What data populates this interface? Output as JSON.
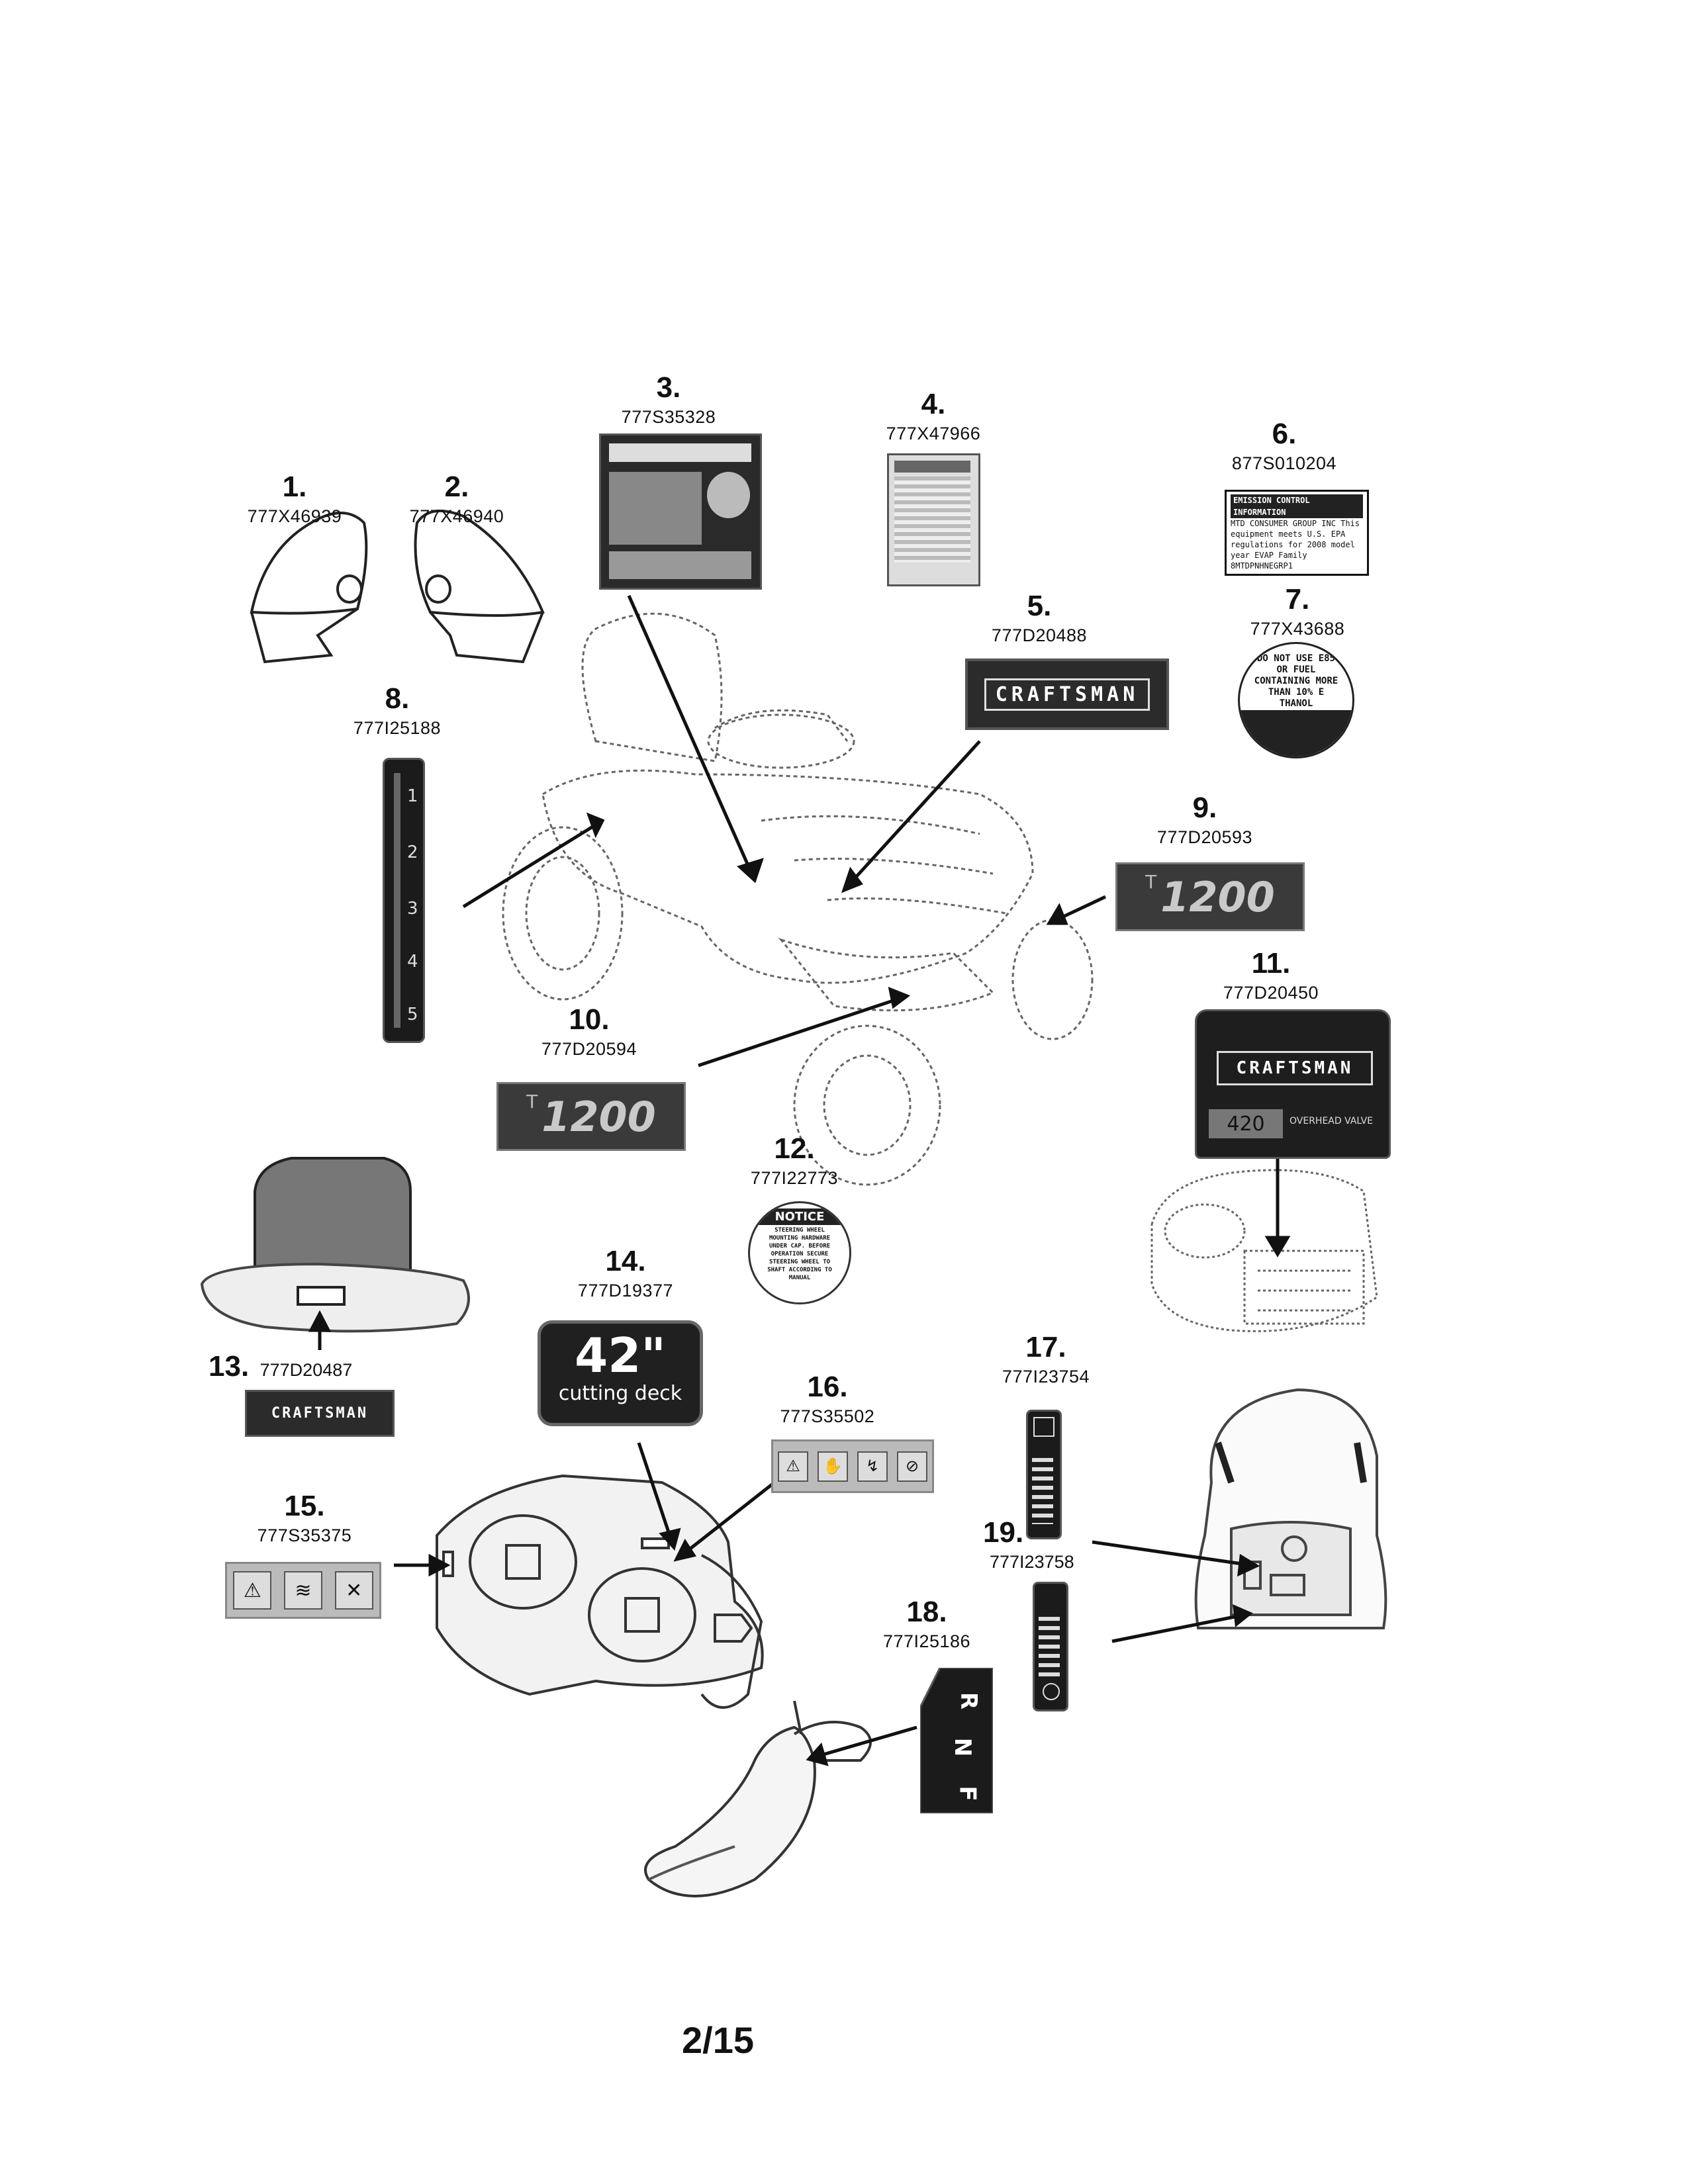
{
  "callouts": [
    {
      "num": "1.",
      "part": "777X46939"
    },
    {
      "num": "2.",
      "part": "777X46940"
    },
    {
      "num": "3.",
      "part": "777S35328"
    },
    {
      "num": "4.",
      "part": "777X47966"
    },
    {
      "num": "5.",
      "part": "777D20488"
    },
    {
      "num": "6.",
      "part": "877S010204"
    },
    {
      "num": "7.",
      "part": "777X43688"
    },
    {
      "num": "8.",
      "part": "777I25188"
    },
    {
      "num": "9.",
      "part": "777D20593"
    },
    {
      "num": "10.",
      "part": "777D20594"
    },
    {
      "num": "11.",
      "part": "777D20450"
    },
    {
      "num": "12.",
      "part": "777I22773"
    },
    {
      "num": "13.",
      "part": "777D20487"
    },
    {
      "num": "14.",
      "part": "777D19377"
    },
    {
      "num": "15.",
      "part": "777S35375"
    },
    {
      "num": "16.",
      "part": "777S35502"
    },
    {
      "num": "17.",
      "part": "777I23754"
    },
    {
      "num": "18.",
      "part": "777I25186"
    },
    {
      "num": "19.",
      "part": "777I23758"
    }
  ],
  "decals": {
    "brand_name": "CRAFTSMAN",
    "model_prefix": "T",
    "model_number": "1200",
    "deck_size": "42\"",
    "deck_caption": "cutting deck",
    "engine_cc": "420",
    "engine_type": "OVERHEAD VALVE",
    "notice_header": "NOTICE",
    "notice_body": "STEERING WHEEL MOUNTING HARDWARE UNDER CAP. BEFORE OPERATION SECURE STEERING WHEEL TO SHAFT ACCORDING TO MANUAL",
    "do_not_text": "DO NOT USE E85 OR FUEL CONTAINING MORE THAN 10% E THANOL",
    "emission_header": "EMISSION CONTROL INFORMATION",
    "emission_body": "MTD CONSUMER GROUP INC This equipment meets U.S. EPA regulations for 2008 model year EVAP Family 8MTDPNHNEGRP1",
    "height_marks": [
      "1",
      "2",
      "3",
      "4",
      "5"
    ],
    "gear_marks": [
      "R",
      "N",
      "F"
    ]
  },
  "page_number": "2/15"
}
